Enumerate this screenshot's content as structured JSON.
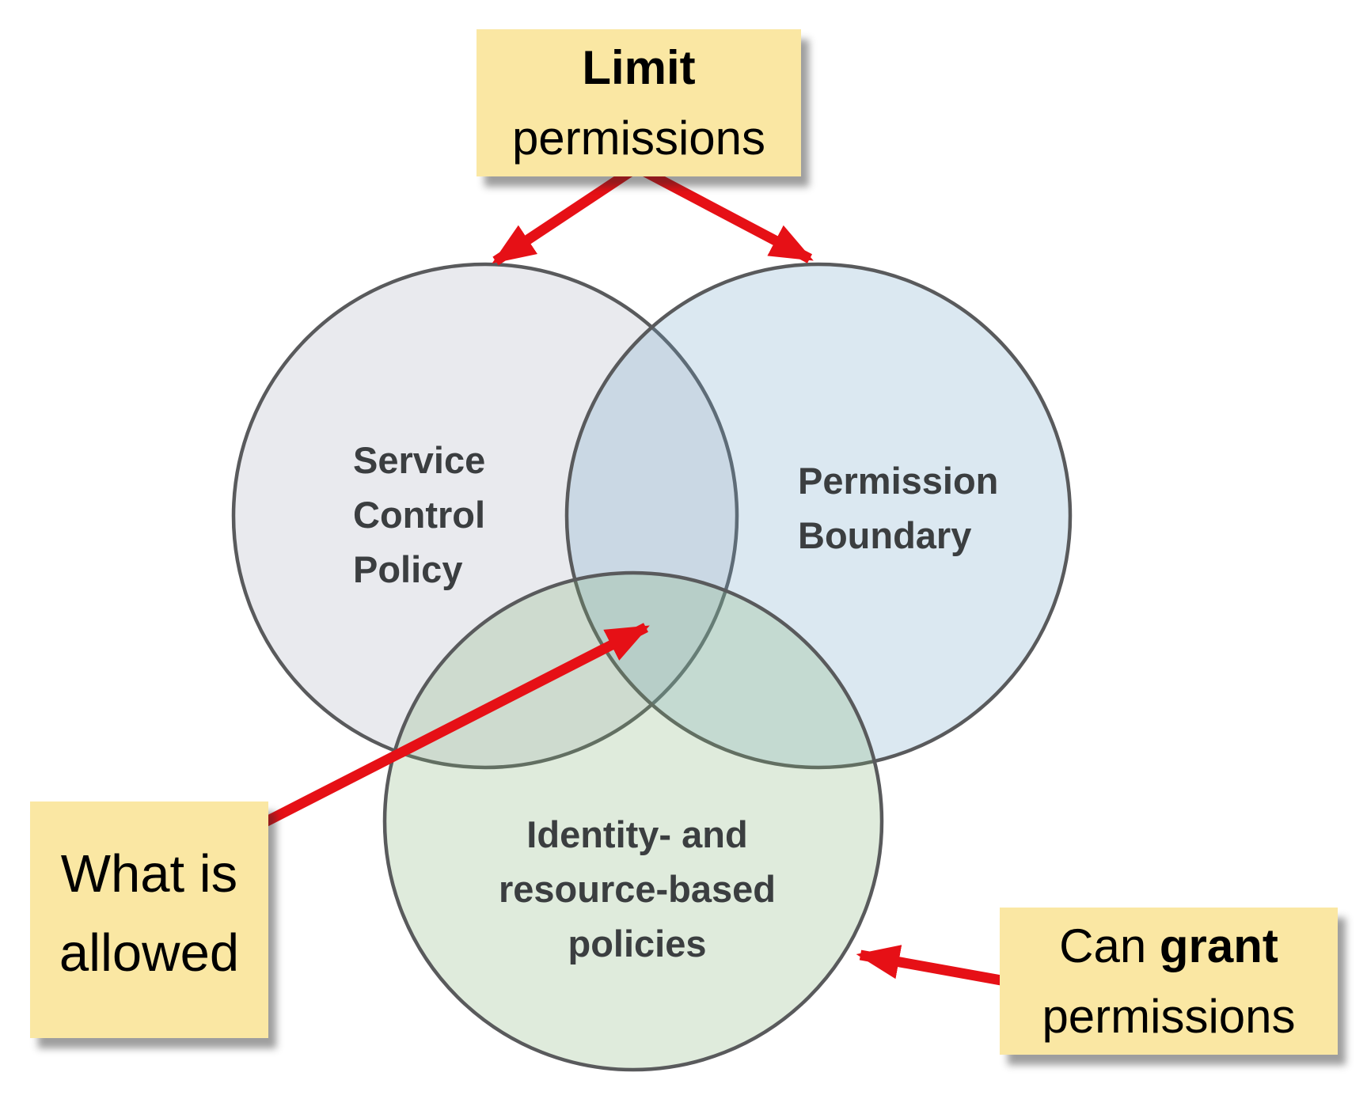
{
  "notes": {
    "limit": {
      "line1_bold": "Limit",
      "line2": "permissions"
    },
    "allowed": {
      "line1": "What is",
      "line2": "allowed"
    },
    "grant": {
      "line1_pre": "Can ",
      "line1_bold": "grant",
      "line2": "permissions"
    }
  },
  "venn": {
    "scp": {
      "line1": "Service",
      "line2": "Control",
      "line3": "Policy"
    },
    "boundary": {
      "line1": "Permission",
      "line2": "Boundary"
    },
    "identity": {
      "line1": "Identity- and",
      "line2": "resource-based",
      "line3": "policies"
    }
  },
  "colors": {
    "note_bg": "#FAE7A3",
    "arrow_red": "#E61016",
    "circle_stroke": "#595A5C",
    "circle_text": "#3B3E40",
    "scp_fill": "#A7ABBB",
    "boundary_fill": "#6FA3C7",
    "identity_fill": "#7FAF73"
  }
}
